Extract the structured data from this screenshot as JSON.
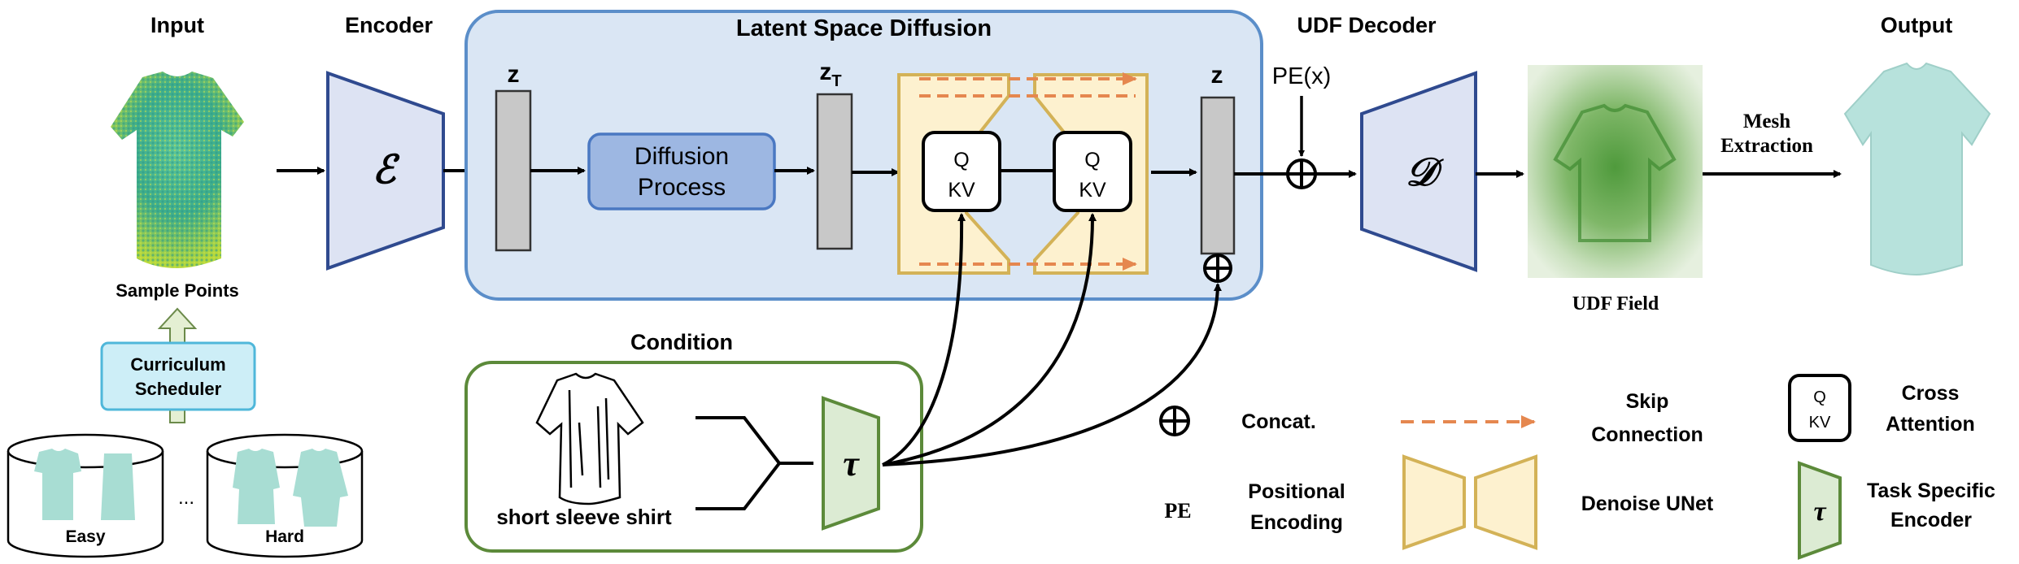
{
  "headers": {
    "input": "Input",
    "encoder": "Encoder",
    "latent": "Latent Space Diffusion",
    "udf_decoder": "UDF Decoder",
    "output": "Output",
    "condition": "Condition"
  },
  "input": {
    "sample_points": "Sample Points",
    "curriculum_line1": "Curriculum",
    "curriculum_line2": "Scheduler",
    "easy": "Easy",
    "hard": "Hard",
    "ellipsis": "..."
  },
  "encoder": {
    "symbol": "ℰ"
  },
  "latent": {
    "z_left": "z",
    "z_t": "z",
    "z_t_sub": "T",
    "z_right": "z",
    "diffusion_line1": "Diffusion",
    "diffusion_line2": "Process",
    "attn_q": "Q",
    "attn_kv": "KV"
  },
  "decoder": {
    "pe_label": "PE(x)",
    "symbol": "𝒟"
  },
  "udf": {
    "field_label": "UDF Field",
    "mesh_line1": "Mesh",
    "mesh_line2": "Extraction"
  },
  "condition": {
    "caption": "short sleeve shirt",
    "tau": "τ"
  },
  "legend": {
    "concat": "Concat.",
    "skip_line1": "Skip",
    "skip_line2": "Connection",
    "cross_q": "Q",
    "cross_kv": "KV",
    "cross_line1": "Cross",
    "cross_line2": "Attention",
    "pe": "PE",
    "pe_line1": "Positional",
    "pe_line2": "Encoding",
    "unet": "Denoise UNet",
    "tau": "τ",
    "task_line1": "Task Specific",
    "task_line2": "Encoder"
  },
  "colors": {
    "latent_fill": "#dae6f4",
    "latent_stroke": "#5b8ec9",
    "encoder_fill": "#dde3f3",
    "encoder_stroke": "#2f4a8f",
    "z_fill": "#c8c8c8",
    "diffusion_fill": "#9db7e2",
    "unet_fill": "#fdf1cf",
    "unet_stroke": "#d3b257",
    "skip": "#e5874f",
    "condition_stroke": "#5c8a3a",
    "tau_fill": "#dcebd3",
    "curriculum_fill": "#cdeef7",
    "curriculum_stroke": "#4fb7da",
    "arrow": "#000000"
  }
}
